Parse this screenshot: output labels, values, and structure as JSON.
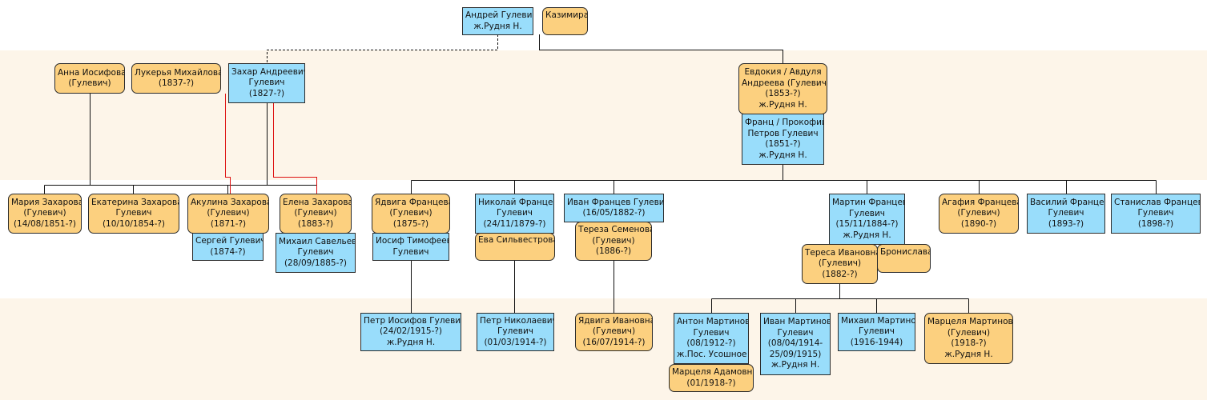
{
  "colors": {
    "male": "#99ddfb",
    "female": "#fcd07f",
    "band": "#fdf5e9",
    "line": "#111111",
    "alt_line": "#dd1111"
  },
  "people": {
    "andrey": {
      "lines": [
        "Андрей Гулевич",
        "ж.Рудня Н."
      ]
    },
    "kazimira": {
      "lines": [
        "Казимира"
      ]
    },
    "anna": {
      "lines": [
        "Анна Иосифова",
        "(Гулевич)"
      ]
    },
    "lukerya": {
      "lines": [
        "Лукерья Михайлова",
        "(1837-?)"
      ]
    },
    "zakhar": {
      "lines": [
        "Захар Андреевич",
        "Гулевич",
        "(1827-?)"
      ]
    },
    "evdokia": {
      "lines": [
        "Евдокия / Авдуля",
        "Андреева (Гулевич)",
        "(1853-?)",
        "ж.Рудня Н."
      ]
    },
    "frants": {
      "lines": [
        "Франц / Прокофий",
        "Петров Гулевич",
        "(1851-?)",
        "ж.Рудня Н."
      ]
    },
    "maria": {
      "lines": [
        "Мария Захарова",
        "(Гулевич)",
        "(14/08/1851-?)"
      ]
    },
    "ekaterina": {
      "lines": [
        "Екатерина Захарова",
        "Гулевич",
        "(10/10/1854-?)"
      ]
    },
    "akulina": {
      "lines": [
        "Акулина Захарова",
        "(Гулевич)",
        "(1871-?)"
      ]
    },
    "sergey": {
      "lines": [
        "Сергей Гулевич",
        "(1874-?)"
      ]
    },
    "elena": {
      "lines": [
        "Елена Захарова",
        "(Гулевич)",
        "(1883-?)"
      ]
    },
    "mikhail_s": {
      "lines": [
        "Михаил Савельев",
        "Гулевич",
        "(28/09/1885-?)"
      ]
    },
    "yadviga_f": {
      "lines": [
        "Ядвига Францева",
        "(Гулевич)",
        "(1875-?)"
      ]
    },
    "iosif": {
      "lines": [
        "Иосиф Тимофеев",
        "Гулевич"
      ]
    },
    "nikolay": {
      "lines": [
        "Николай Францев",
        "Гулевич",
        "(24/11/1879-?)"
      ]
    },
    "eva": {
      "lines": [
        "Ева Сильвестрова"
      ]
    },
    "ivan_f": {
      "lines": [
        "Иван Францев Гулевич",
        "(16/05/1882-?)"
      ]
    },
    "tereza_s": {
      "lines": [
        "Тереза Семенова",
        "(Гулевич)",
        "(1886-?)"
      ]
    },
    "martin": {
      "lines": [
        "Мартин Францев",
        "Гулевич",
        "(15/11/1884-?)",
        "ж.Рудня Н."
      ]
    },
    "tereza_i": {
      "lines": [
        "Тереса Ивановна",
        "(Гулевич)",
        "(1882-?)"
      ]
    },
    "bronislava": {
      "lines": [
        "Бронислава"
      ]
    },
    "agafia": {
      "lines": [
        "Агафия Францева",
        "(Гулевич)",
        "(1890-?)"
      ]
    },
    "vasiliy": {
      "lines": [
        "Василий Францев",
        "Гулевич",
        "(1893-?)"
      ]
    },
    "stanislav": {
      "lines": [
        "Станислав Францев",
        "Гулевич",
        "(1898-?)"
      ]
    },
    "petr_i": {
      "lines": [
        "Петр Иосифов Гулевич",
        "(24/02/1915-?)",
        "ж.Рудня Н."
      ]
    },
    "petr_n": {
      "lines": [
        "Петр Николаевич",
        "Гулевич",
        "(01/03/1914-?)"
      ]
    },
    "yadviga_i": {
      "lines": [
        "Ядвига Ивановна",
        "(Гулевич)",
        "(16/07/1914-?)"
      ]
    },
    "anton": {
      "lines": [
        "Антон Мартинов",
        "Гулевич",
        "(08/1912-?)",
        "ж.Пос. Усошное"
      ]
    },
    "martselya_a": {
      "lines": [
        "Марцеля Адамовна",
        "(01/1918-?)"
      ]
    },
    "ivan_m": {
      "lines": [
        "Иван Мартинов",
        "Гулевич",
        "(08/04/1914-",
        "25/09/1915)",
        "ж.Рудня Н."
      ]
    },
    "mikhail_m": {
      "lines": [
        "Михаил Мартинов",
        "Гулевич",
        "(1916-1944)"
      ]
    },
    "martselya_m": {
      "lines": [
        "Марцеля Мартинова",
        "(Гулевич)",
        "(1918-?)",
        "ж.Рудня Н."
      ]
    }
  }
}
